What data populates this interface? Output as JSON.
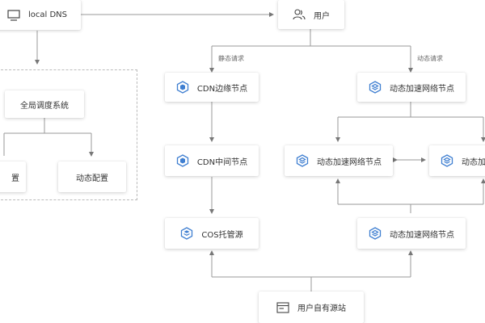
{
  "nodes": {
    "local_dns": "local DNS",
    "user": "用户",
    "gslb": "全局调度系统",
    "static_config": "置",
    "dynamic_config": "动态配置",
    "cdn_edge": "CDN边缘节点",
    "dyn_accel_top": "动态加速网络节点",
    "cdn_mid": "CDN中间节点",
    "dyn_accel_mid_left": "动态加速网络节点",
    "dyn_accel_mid_right": "动态加",
    "cos": "COS托管源",
    "dyn_accel_bottom": "动态加速网络节点",
    "origin": "用户自有源站"
  },
  "edges": {
    "static_request": "静态请求",
    "dynamic_request": "动态请求"
  },
  "colors": {
    "line": "#9a9a9a",
    "arrow": "#777777",
    "icon_blue": "#3f7fd1",
    "dashed_border": "#bbbbbb"
  },
  "icons": {
    "local_dns": "monitor-icon",
    "user": "users-icon",
    "cdn_edge": "cdn-cube-icon",
    "dyn_accel": "accel-cube-icon",
    "cos": "storage-cube-icon",
    "origin": "server-window-icon"
  }
}
